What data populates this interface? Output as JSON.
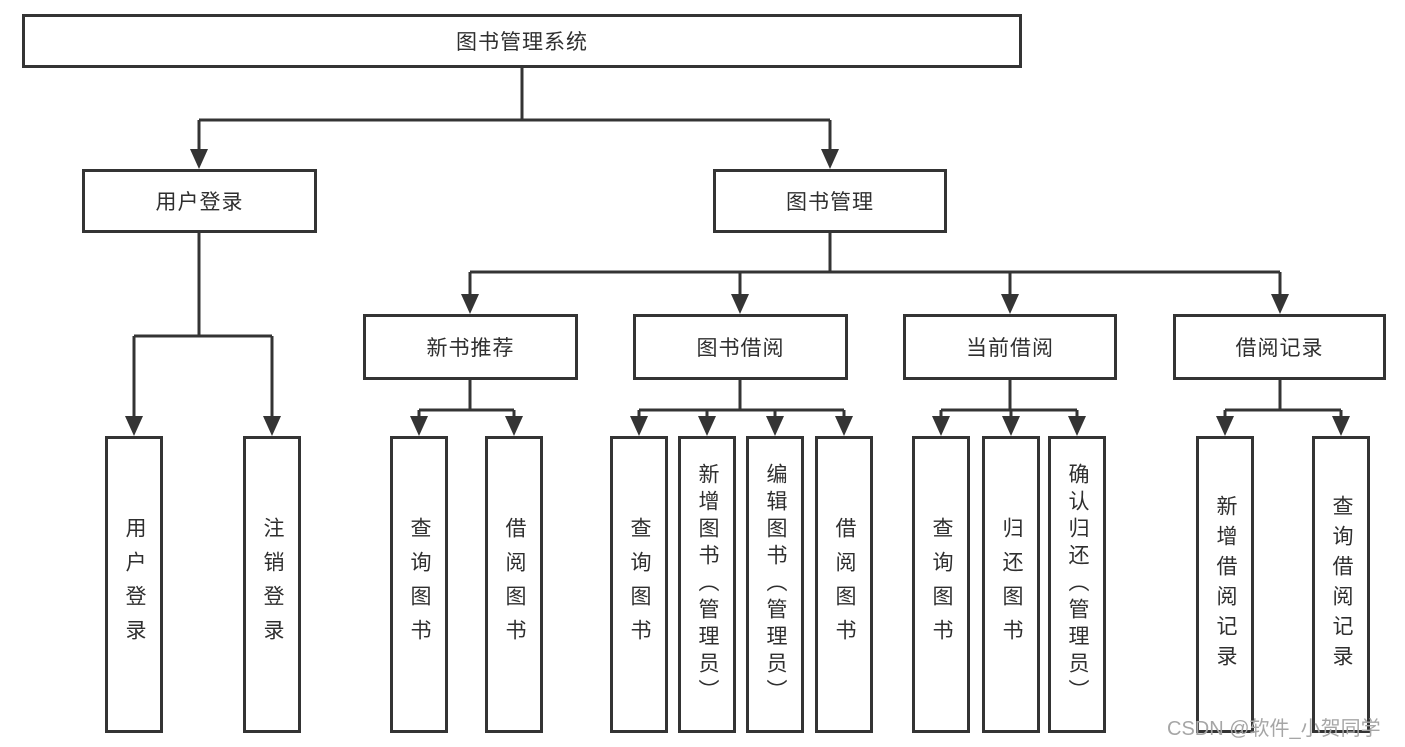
{
  "colors": {
    "line": "#343434",
    "text": "#2f2f2f",
    "watermark": "#a6a6a6",
    "background": "#ffffff"
  },
  "watermark": "CSDN @软件_小贺同学",
  "tree": {
    "root": "图书管理系统",
    "branches": [
      {
        "label": "用户登录",
        "children": [
          "用户登录",
          "注销登录"
        ]
      },
      {
        "label": "图书管理",
        "children": [
          {
            "label": "新书推荐",
            "children": [
              "查询图书",
              "借阅图书"
            ]
          },
          {
            "label": "图书借阅",
            "children": [
              "查询图书",
              "新增图书（管理员）",
              "编辑图书（管理员）",
              "借阅图书"
            ]
          },
          {
            "label": "当前借阅",
            "children": [
              "查询图书",
              "归还图书",
              "确认归还（管理员）"
            ]
          },
          {
            "label": "借阅记录",
            "children": [
              "新增借阅记录",
              "查询借阅记录"
            ]
          }
        ]
      }
    ]
  }
}
